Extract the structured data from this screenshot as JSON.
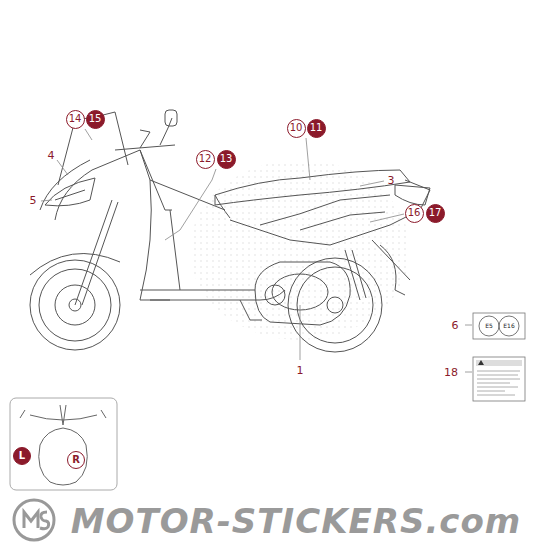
{
  "diagram": {
    "nodes": [
      {
        "text": [
          "14"
        ]
      },
      {
        "text": [
          "15"
        ]
      },
      {
        "text": [
          "10"
        ]
      },
      {
        "text": [
          "11"
        ]
      },
      {
        "text": [
          "12"
        ]
      },
      {
        "text": [
          "13"
        ]
      },
      {
        "text": [
          "16"
        ]
      },
      {
        "text": [
          "17"
        ]
      },
      {
        "text": [
          "L"
        ]
      },
      {
        "text": [
          "R"
        ]
      }
    ],
    "labels": [
      "4",
      "3",
      "5",
      "6",
      "1",
      "18",
      "E5",
      "E16",
      "MOTOR-STICKERS.com"
    ]
  }
}
